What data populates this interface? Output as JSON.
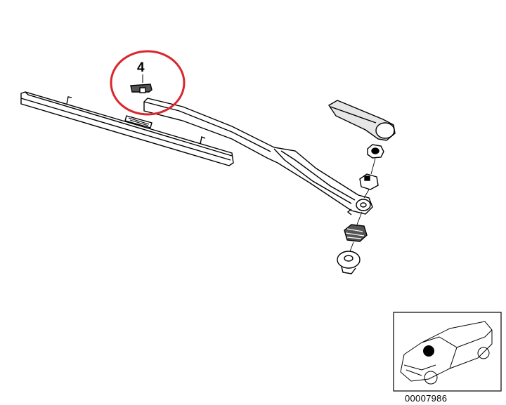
{
  "callout": {
    "part_number": "4",
    "highlight_color": "#d9262c"
  },
  "inset": {
    "diagram_id": "00007986"
  },
  "parts": [
    "wiper-blade",
    "wiper-arm",
    "blade-clip",
    "arm-cover",
    "nut",
    "washer",
    "spindle-cap",
    "grommet",
    "bushing"
  ]
}
